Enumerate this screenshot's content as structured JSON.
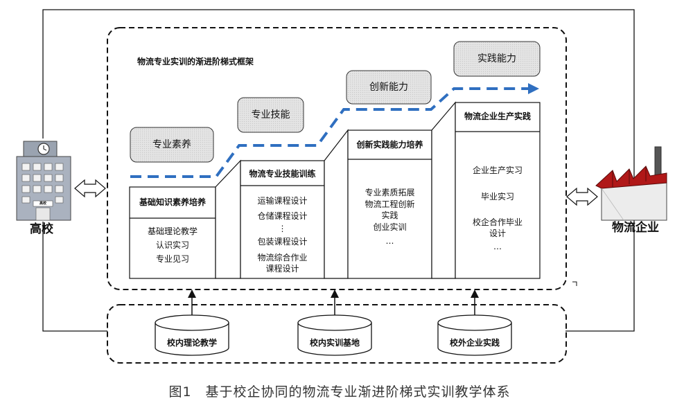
{
  "framework_title": "物流专业实训的渐进阶梯式框架",
  "ability_labels": [
    "专业素养",
    "专业技能",
    "创新能力",
    "实践能力"
  ],
  "stages": [
    {
      "title": "基础知识素养培养",
      "items": [
        "基础理论教学",
        "认识实习",
        "专业见习"
      ]
    },
    {
      "title": "物流专业技能训练",
      "items": [
        "运输课程设计",
        "仓储课程设计",
        "⋮",
        "包装课程设计",
        "物流综合作业",
        "课程设计"
      ]
    },
    {
      "title": "创新实践能力培养",
      "items": [
        "专业素质拓展",
        "物流工程创新",
        "实践",
        "创业实训",
        "…"
      ]
    },
    {
      "title": "物流企业生产实践",
      "items": [
        "企业生产实习",
        "毕业实习",
        "校企合作毕业",
        "设计",
        "…"
      ]
    }
  ],
  "school": {
    "label": "高校",
    "sign": "高校"
  },
  "enterprise": {
    "label": "物流企业"
  },
  "bases": [
    "校内理论教学",
    "校内实训基地",
    "校外企业实践"
  ],
  "caption": {
    "number": "图1",
    "text": "基于校企协同的物流专业渐进阶梯式实训教学体系"
  },
  "colors": {
    "dash_line": "#2f6fc0",
    "roof": "#b01818",
    "label_box_fill": "#e6e6e6"
  }
}
